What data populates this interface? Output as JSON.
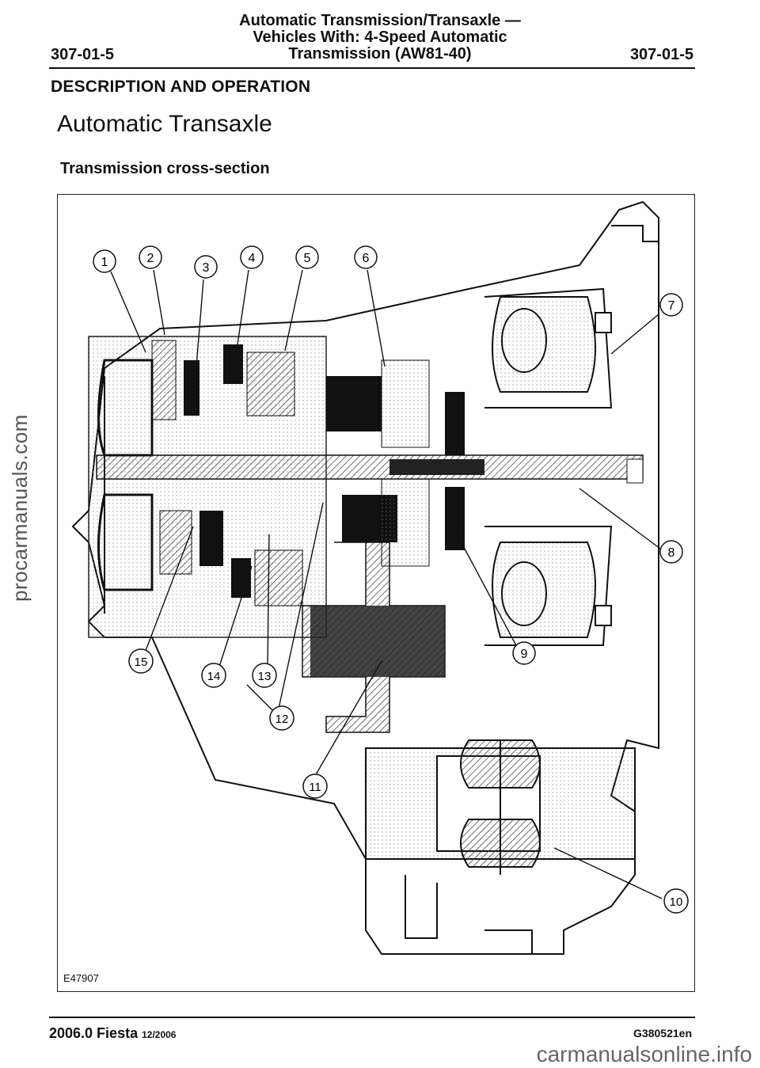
{
  "header": {
    "line1": "Automatic Transmission/Transaxle —",
    "line2": "Vehicles With: 4-Speed Automatic",
    "line3": "Transmission (AW81-40)",
    "code_left": "307-01-5",
    "code_right": "307-01-5"
  },
  "section": "DESCRIPTION AND OPERATION",
  "title": "Automatic Transaxle",
  "subtitle": "Transmission cross-section",
  "figure": {
    "code": "E47907",
    "callouts": [
      "1",
      "2",
      "3",
      "4",
      "5",
      "6",
      "7",
      "8",
      "9",
      "10",
      "11",
      "12",
      "13",
      "14",
      "15"
    ]
  },
  "footer": {
    "model": "2006.0 Fiesta",
    "date": "12/2006",
    "doc_id": "G380521en"
  },
  "watermarks": {
    "side": "procarmanuals.com",
    "bottom": "carmanualsonline.info"
  }
}
